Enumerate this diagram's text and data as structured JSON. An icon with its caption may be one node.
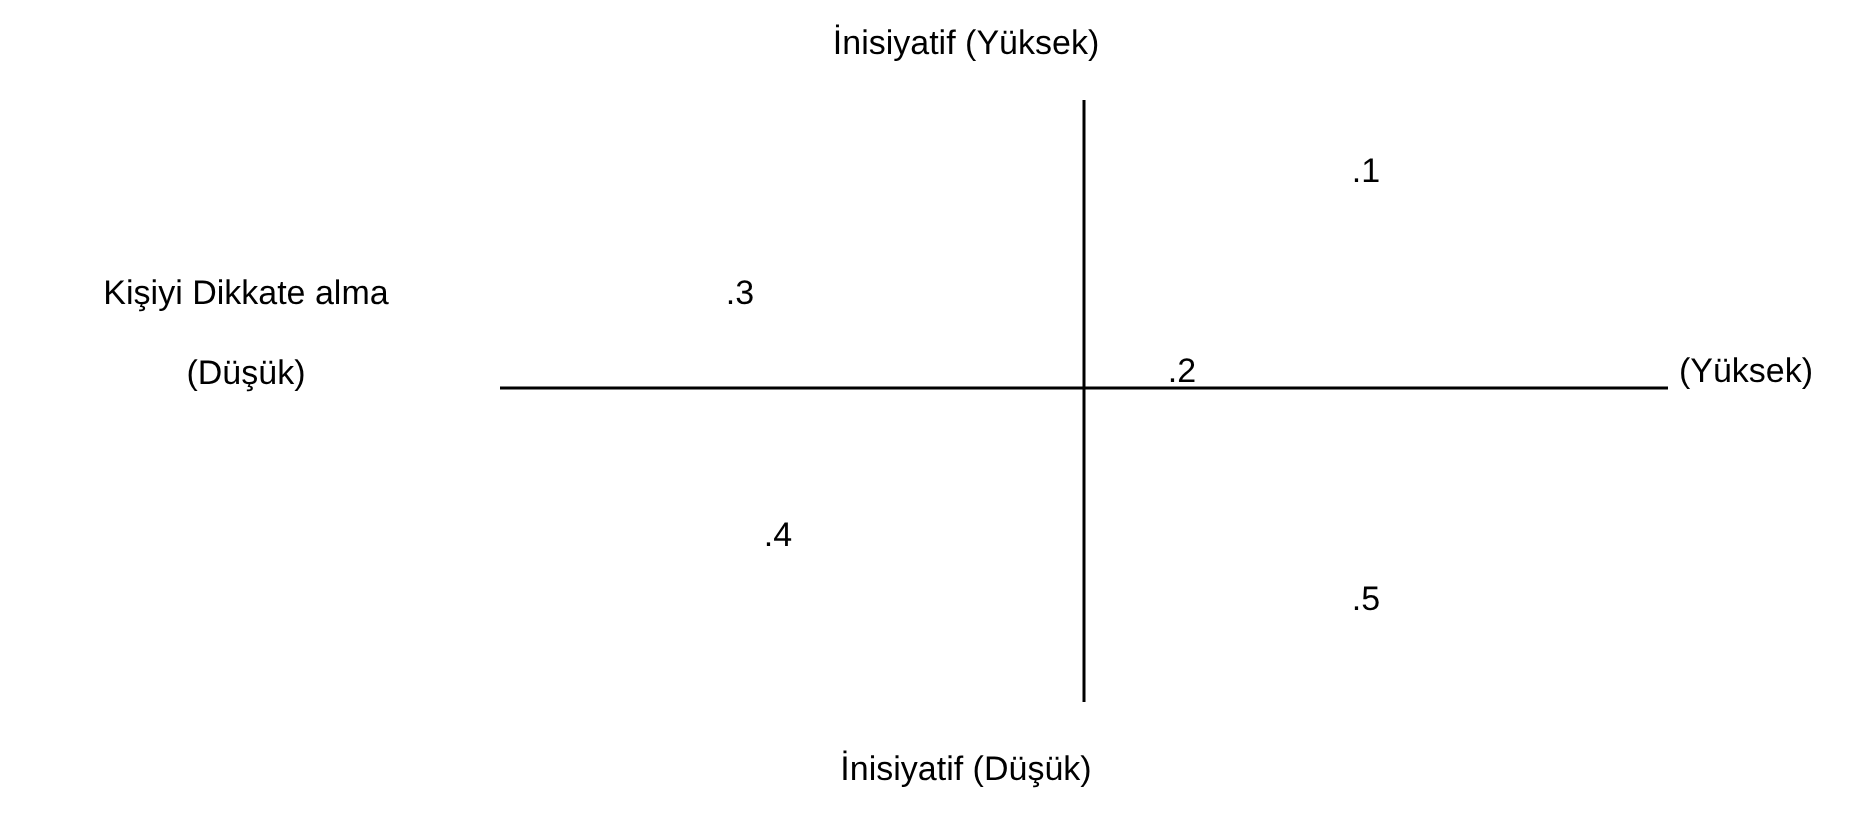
{
  "diagram": {
    "labels": [
      "İnisiyatif (Yüksek)",
      ".1",
      "Kişiyi Dikkate alma",
      ".3",
      "(Düşük)",
      ".2",
      "(Yüksek)",
      ".4",
      ".5",
      "İnisiyatif (Düşük)"
    ]
  }
}
